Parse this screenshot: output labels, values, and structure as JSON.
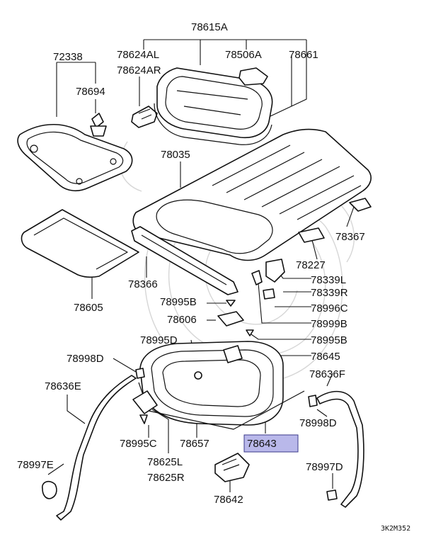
{
  "diagram": {
    "labels": {
      "p78615A": "78615A",
      "p72338": "72338",
      "p78624AL": "78624AL",
      "p78624AR": "78624AR",
      "p78506A": "78506A",
      "p78661": "78661",
      "p78694": "78694",
      "p78035": "78035",
      "p78367": "78367",
      "p78227": "78227",
      "p78366": "78366",
      "p78605": "78605",
      "p78339L": "78339L",
      "p78339R": "78339R",
      "p78996C": "78996C",
      "p78999B": "78999B",
      "p78995B_top": "78995B",
      "p78606": "78606",
      "p78995D": "78995D",
      "p78995B": "78995B",
      "p78645": "78645",
      "p78998D_left": "78998D",
      "p78636E": "78636E",
      "p78636F": "78636F",
      "p78998D_right": "78998D",
      "p78995C": "78995C",
      "p78657": "78657",
      "p78643": "78643",
      "p78625L": "78625L",
      "p78625R": "78625R",
      "p78997E": "78997E",
      "p78997D": "78997D",
      "p78642": "78642"
    },
    "highlighted_part": "78643",
    "highlight_color": "#b9b8ea",
    "diagram_code": "3K2M352"
  }
}
